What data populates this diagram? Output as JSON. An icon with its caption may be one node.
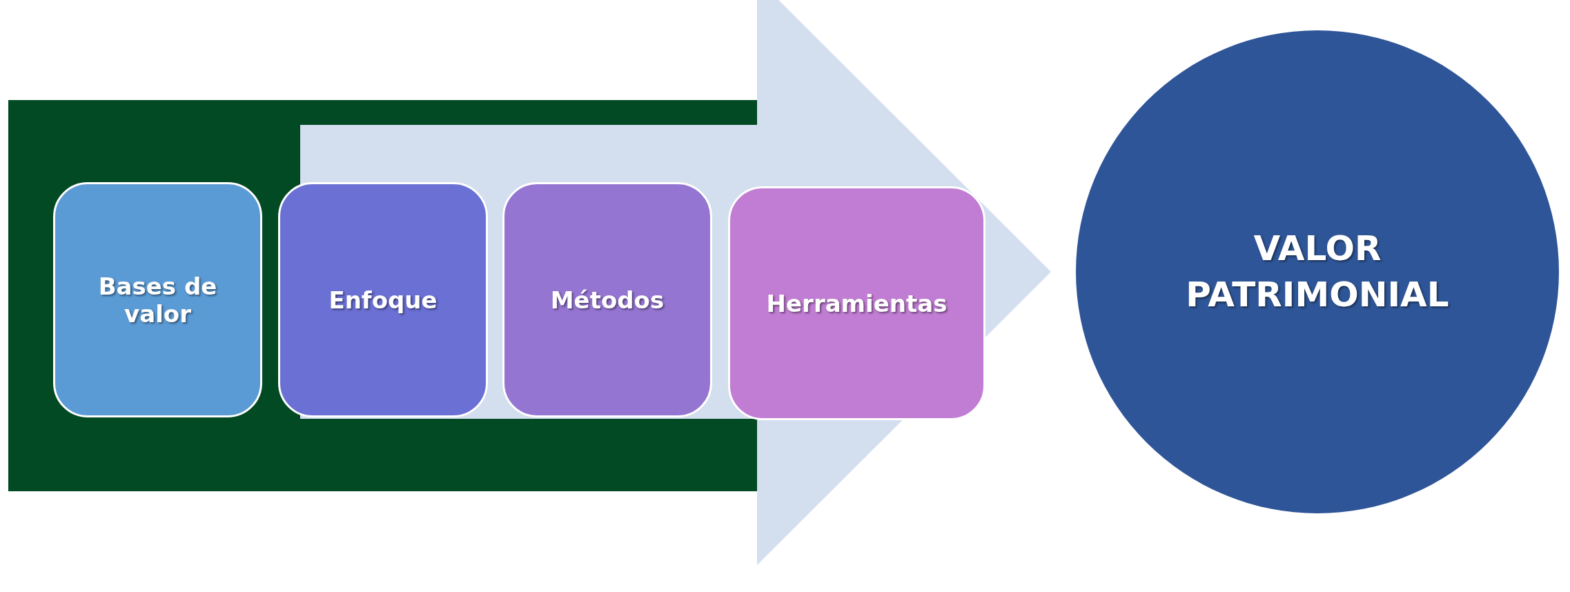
{
  "diagram": {
    "nodes": [
      {
        "text": [
          "Bases de valor"
        ]
      },
      {
        "text": [
          "Enfoque"
        ]
      },
      {
        "text": [
          "Métodos"
        ]
      },
      {
        "text": [
          "Herramientas"
        ]
      },
      {
        "text": [
          "VALOR PATRIMONIAL"
        ]
      }
    ],
    "edges": [
      {
        "from": null,
        "to": 4,
        "arrow": "to"
      }
    ]
  }
}
